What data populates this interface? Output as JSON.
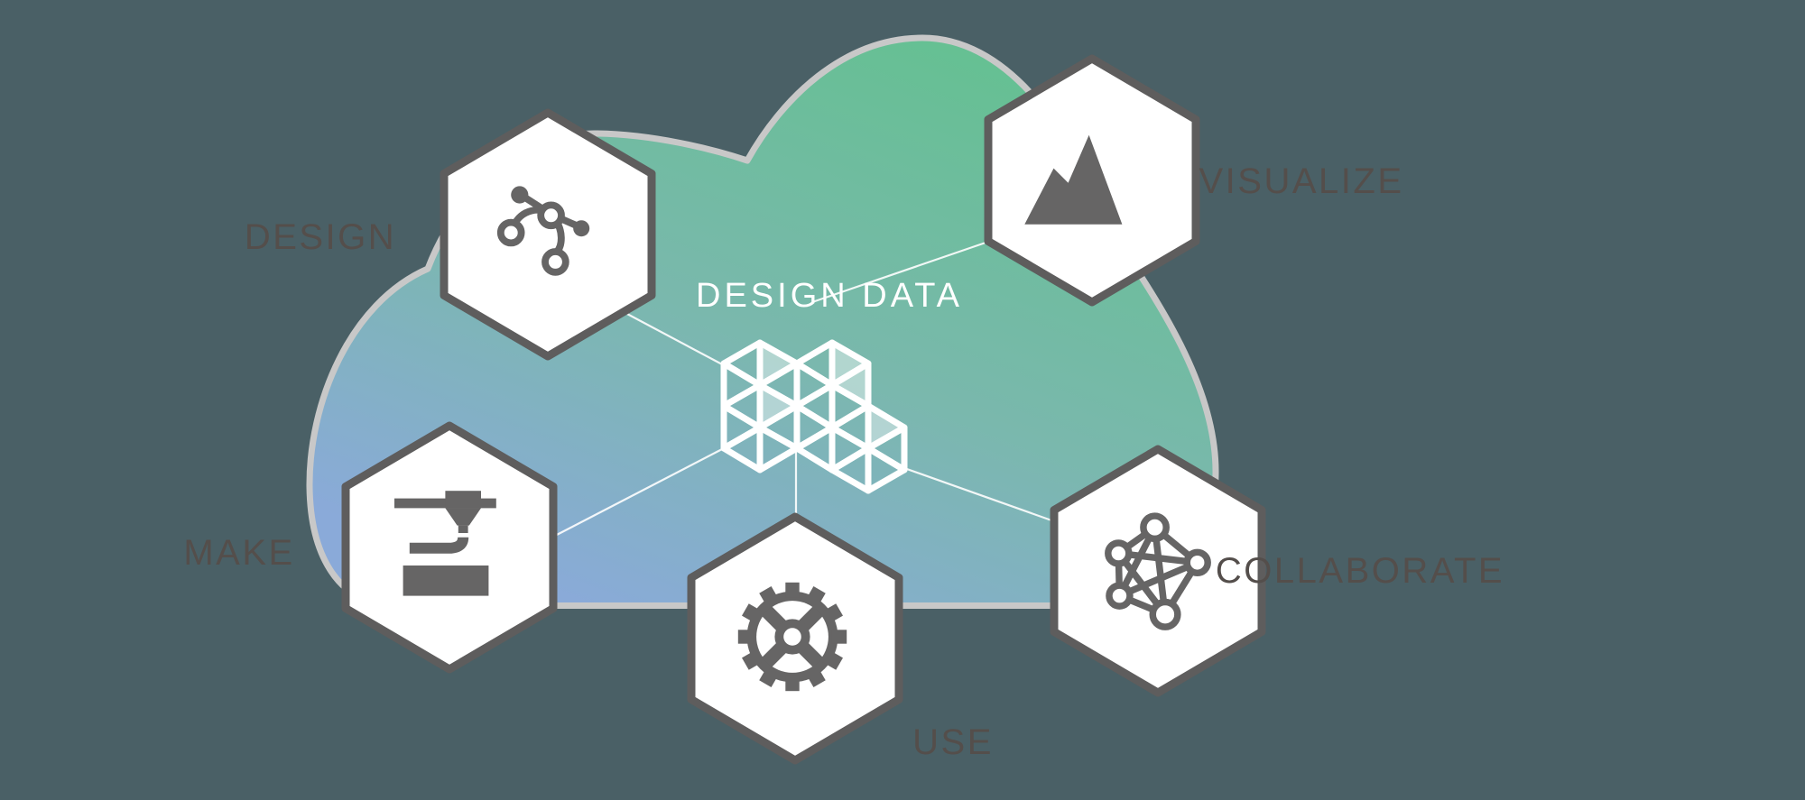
{
  "title": {
    "text": "DESIGN DATA"
  },
  "nodes": [
    {
      "id": "design",
      "label": "DESIGN",
      "icon": "bezier-curve-icon"
    },
    {
      "id": "visualize",
      "label": "VISUALIZE",
      "icon": "mountain-chart-icon"
    },
    {
      "id": "make",
      "label": "MAKE",
      "icon": "printer-3d-icon"
    },
    {
      "id": "use",
      "label": "USE",
      "icon": "gear-icon"
    },
    {
      "id": "collaborate",
      "label": "COLLABORATE",
      "icon": "network-graph-icon"
    }
  ],
  "colors": {
    "background": "#4a6066",
    "cloud_gradient_top_right": "#65c092",
    "cloud_gradient_middle": "#7ab8ad",
    "cloud_gradient_bottom_left": "#8aaad9",
    "cloud_border": "#c8c8c8",
    "hexagon_fill": "#ffffff",
    "hexagon_border": "#5e5d5d",
    "icon_color": "#666565",
    "label_color": "#544e4b",
    "title_color": "#ffffff",
    "connector_line": "#ffffff",
    "logo_mesh": "#ffffff"
  }
}
